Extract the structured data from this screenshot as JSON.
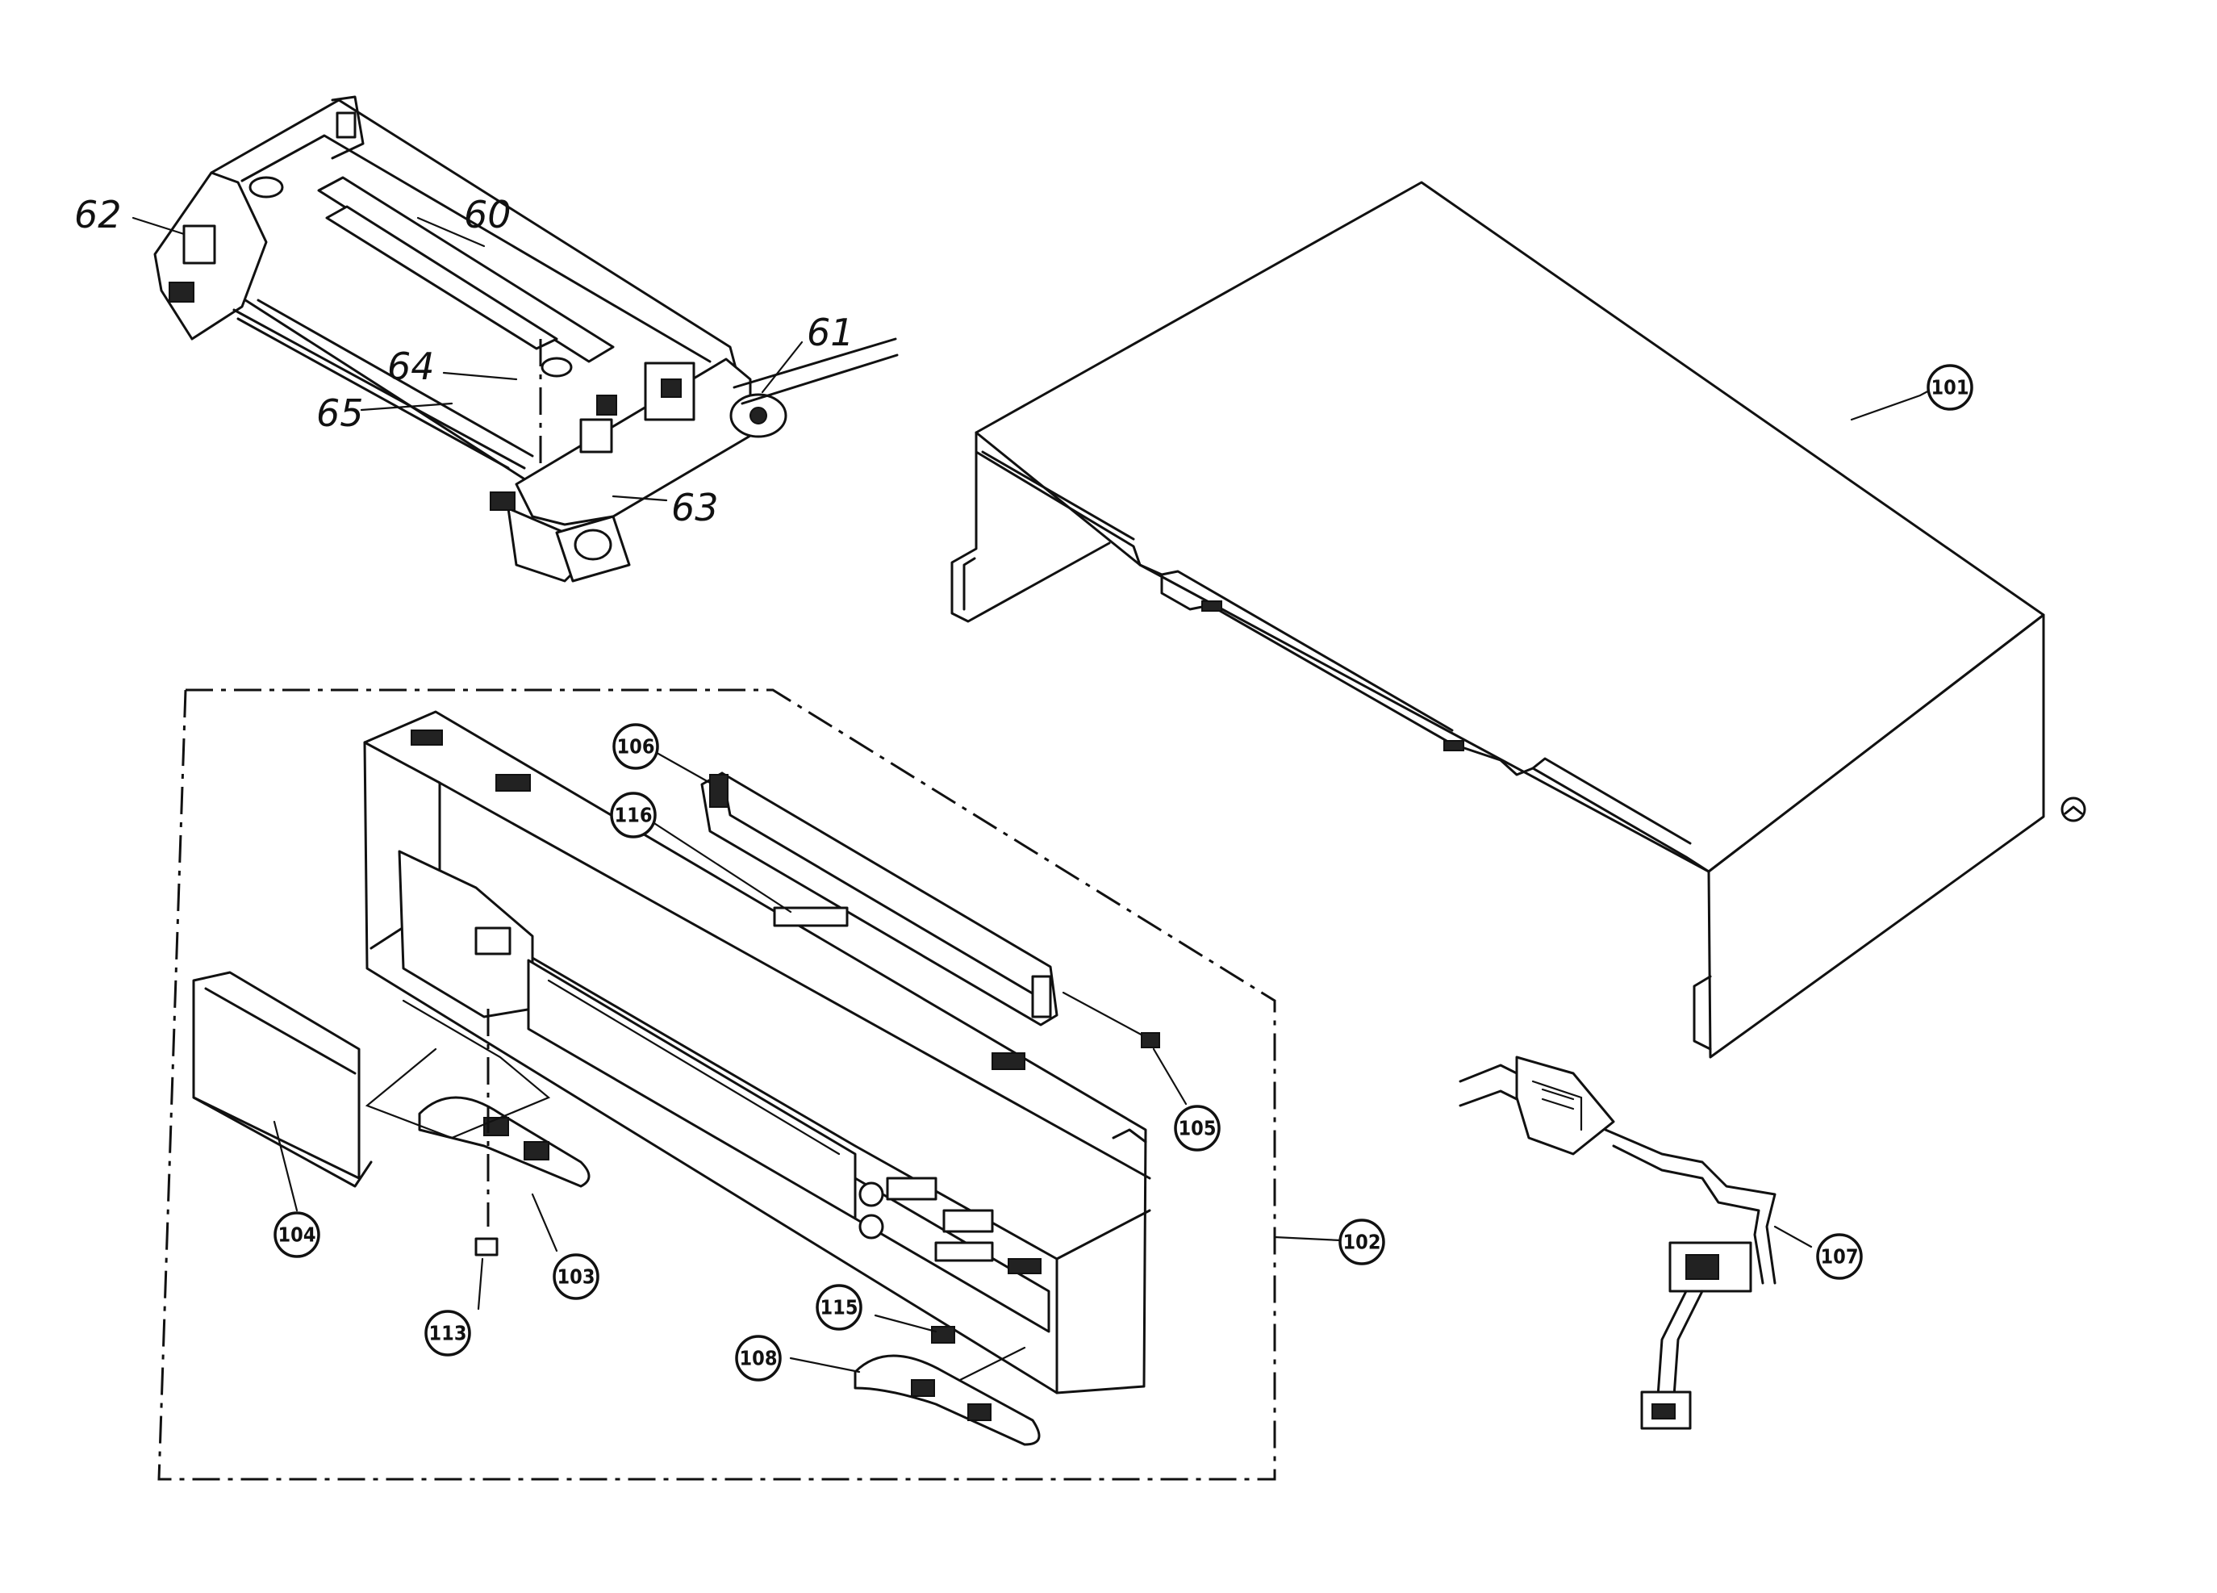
{
  "handwritten_labels": [
    "60",
    "61",
    "62",
    "63",
    "64",
    "65"
  ],
  "circled_labels": [
    "101",
    "102",
    "103",
    "104",
    "105",
    "106",
    "107",
    "108",
    "113",
    "115",
    "116"
  ]
}
